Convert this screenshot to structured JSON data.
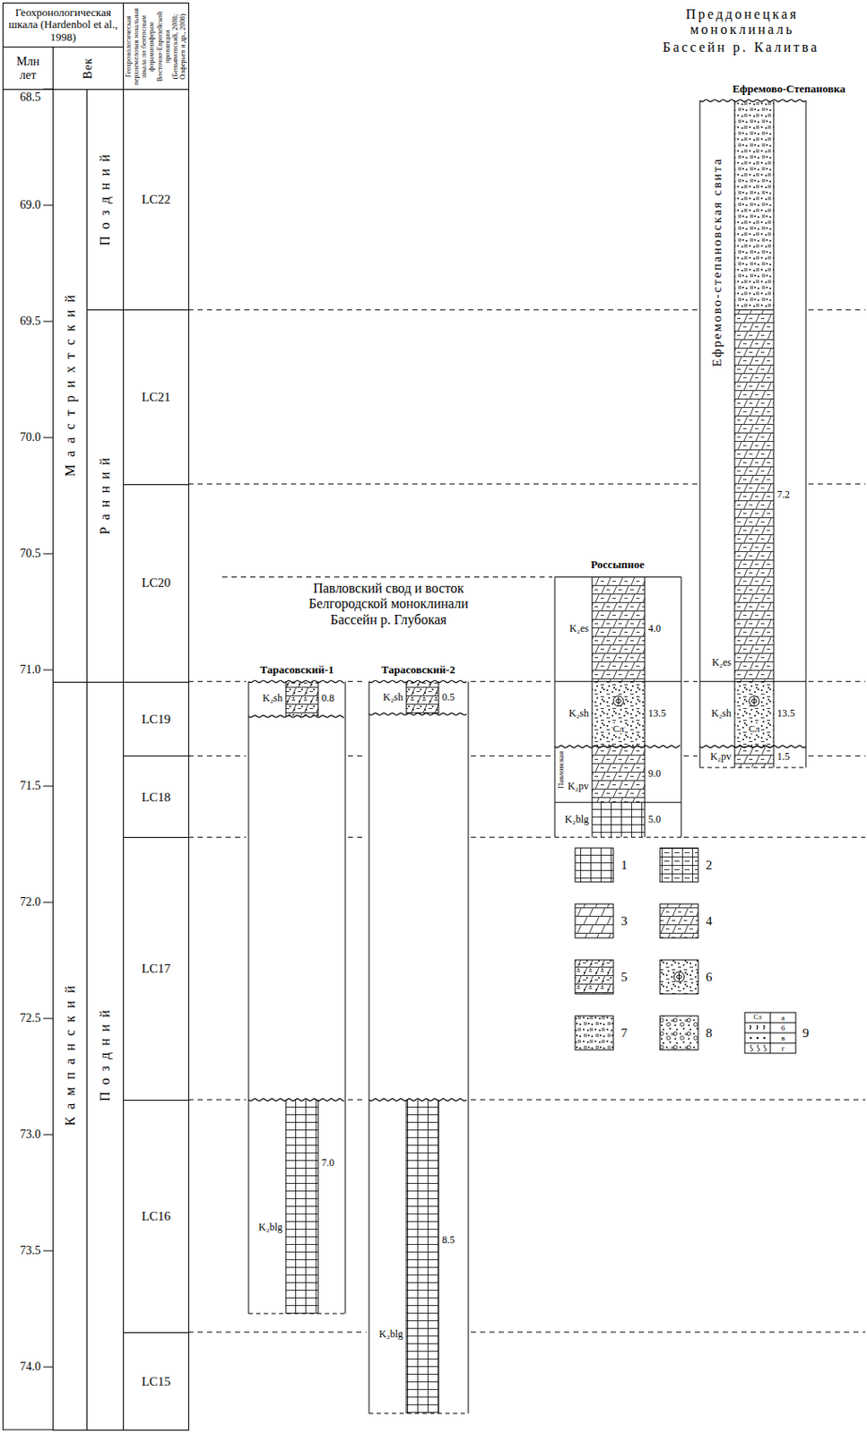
{
  "diagram": {
    "nodes": [
      {
        "text": [
          "Геохронологическая шкала (Hardenbol et al., 1998)"
        ]
      },
      {
        "text": [
          "Млн лет"
        ]
      },
      {
        "text": [
          "Век"
        ]
      },
      {
        "text": [
          "Геохронологическая верхнемеловая зональная шкала по бентосным фораминиферам Восточно-Европейской провинции (Беньямовский, 2008; Олферьев и др., 2008)"
        ]
      },
      {
        "text": [
          "Маастрихтский"
        ]
      },
      {
        "text": [
          "Поздний"
        ]
      },
      {
        "text": [
          "Ранний"
        ]
      },
      {
        "text": [
          "Кампанский"
        ]
      },
      {
        "text": [
          "Поздний"
        ]
      },
      {
        "text": [
          "LC22"
        ]
      },
      {
        "text": [
          "LC21"
        ]
      },
      {
        "text": [
          "LC20"
        ]
      },
      {
        "text": [
          "LC19"
        ]
      },
      {
        "text": [
          "LC18"
        ]
      },
      {
        "text": [
          "LC17"
        ]
      },
      {
        "text": [
          "LC16"
        ]
      },
      {
        "text": [
          "LC15"
        ]
      },
      {
        "text": [
          "Тарасовский-1"
        ]
      },
      {
        "text": [
          "K₂sh",
          "0.8"
        ],
        "in": 17
      },
      {
        "text": [
          "K₂blg",
          "7.0"
        ],
        "in": 17
      },
      {
        "text": [
          "Тарасовский-2"
        ]
      },
      {
        "text": [
          "K₂sh",
          "0.5"
        ],
        "in": 20
      },
      {
        "text": [
          "K₂blg",
          "8.5"
        ],
        "in": 20
      },
      {
        "text": [
          "Россыпное"
        ]
      },
      {
        "text": [
          "K₂es",
          "4.0"
        ],
        "in": 23
      },
      {
        "text": [
          "K₂sh",
          "Сл",
          "13.5"
        ],
        "in": 23
      },
      {
        "text": [
          "Павловская",
          "K₂pv",
          "9.0"
        ],
        "in": 23
      },
      {
        "text": [
          "K₂blg",
          "5.0"
        ],
        "in": 23
      },
      {
        "text": [
          "Ефремово-Степановка",
          "Ефремово-степановская свита"
        ]
      },
      {
        "text": [
          "K₂es",
          "7.2"
        ],
        "in": 28
      },
      {
        "text": [
          "K₂sh",
          "Сл",
          "13.5"
        ],
        "in": 28
      },
      {
        "text": [
          "K₂pv",
          "1.5"
        ],
        "in": 28
      }
    ],
    "labels": [
      "68.5",
      "69.0",
      "69.5",
      "70.0",
      "70.5",
      "71.0",
      "71.5",
      "72.0",
      "72.5",
      "73.0",
      "73.5",
      "74.0",
      "Павловский свод и восток Белгородской моноклинали",
      "Бассейн р. Глубокая",
      "Преддонецкая моноклиналь",
      "Бассейн р. Калитва",
      "Сл"
    ],
    "legend": [
      {
        "text": "1"
      },
      {
        "text": "2"
      },
      {
        "text": "3"
      },
      {
        "text": "4"
      },
      {
        "text": "5"
      },
      {
        "text": "6"
      },
      {
        "text": "7"
      },
      {
        "text": "8"
      },
      {
        "text": "9"
      },
      {
        "text": "а"
      },
      {
        "text": "б"
      },
      {
        "text": "в"
      },
      {
        "text": "г"
      }
    ]
  }
}
